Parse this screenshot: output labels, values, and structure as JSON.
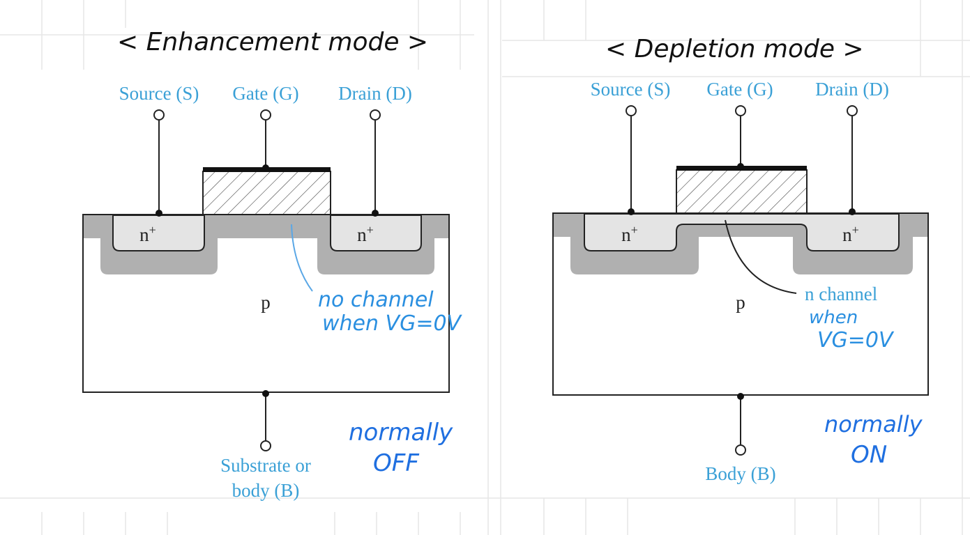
{
  "left": {
    "title": "< Enhancement mode >",
    "source_label": "Source (S)",
    "gate_label": "Gate (G)",
    "drain_label": "Drain (D)",
    "n_plus_left": "n",
    "n_plus_right": "n",
    "sup": "+",
    "substrate_letter": "p",
    "body_label_line1": "Substrate or",
    "body_label_line2": "body (B)",
    "note_line1": "no channel",
    "note_line2": "when VG=0V",
    "status_line1": "normally",
    "status_line2": "OFF"
  },
  "right": {
    "title": "< Depletion mode >",
    "source_label": "Source (S)",
    "gate_label": "Gate (G)",
    "drain_label": "Drain (D)",
    "n_plus_left": "n",
    "n_plus_right": "n",
    "sup": "+",
    "substrate_letter": "p",
    "body_label": "Body (B)",
    "channel_label": "n channel",
    "note_line1": "when",
    "note_line2": "VG=0V",
    "status_line1": "normally",
    "status_line2": "ON"
  },
  "colors": {
    "label_blue": "#3aa0d6",
    "annotation_blue": "#2a8fe0",
    "dark_blue": "#1f6fe0",
    "oxide_gray": "#b0b0b0",
    "nplus_fill": "#e4e4e4"
  }
}
